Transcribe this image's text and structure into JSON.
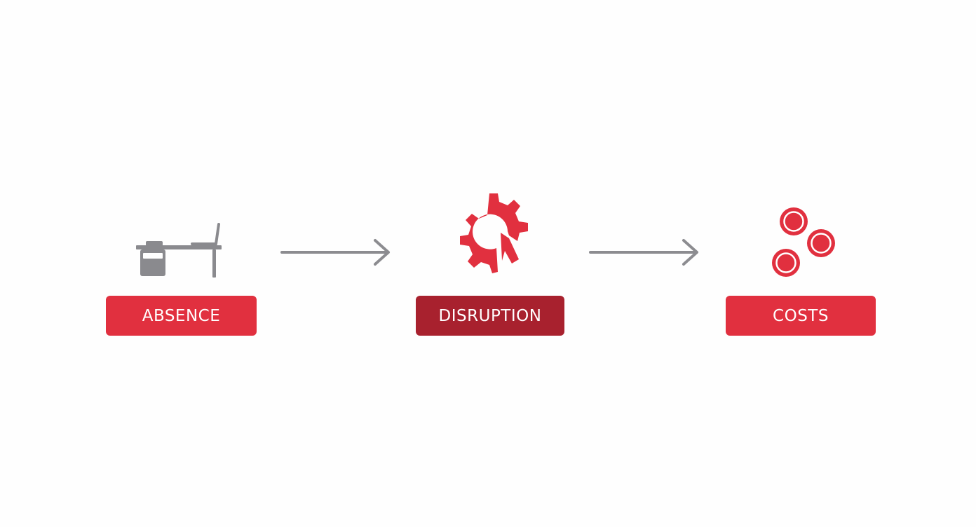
{
  "steps": [
    {
      "label": "ABSENCE",
      "icon": "empty-desk-icon",
      "color": "#e1303f"
    },
    {
      "label": "DISRUPTION",
      "icon": "broken-gear-icon",
      "color": "#a8212e"
    },
    {
      "label": "COSTS",
      "icon": "dollar-coins-icon",
      "color": "#e1303f"
    }
  ],
  "colors": {
    "accent": "#e1303f",
    "accent_dark": "#a8212e",
    "icon_gray": "#8a8a8e",
    "arrow_gray": "#8c8c90",
    "background": "#fefefe"
  },
  "coin_symbol": "$"
}
